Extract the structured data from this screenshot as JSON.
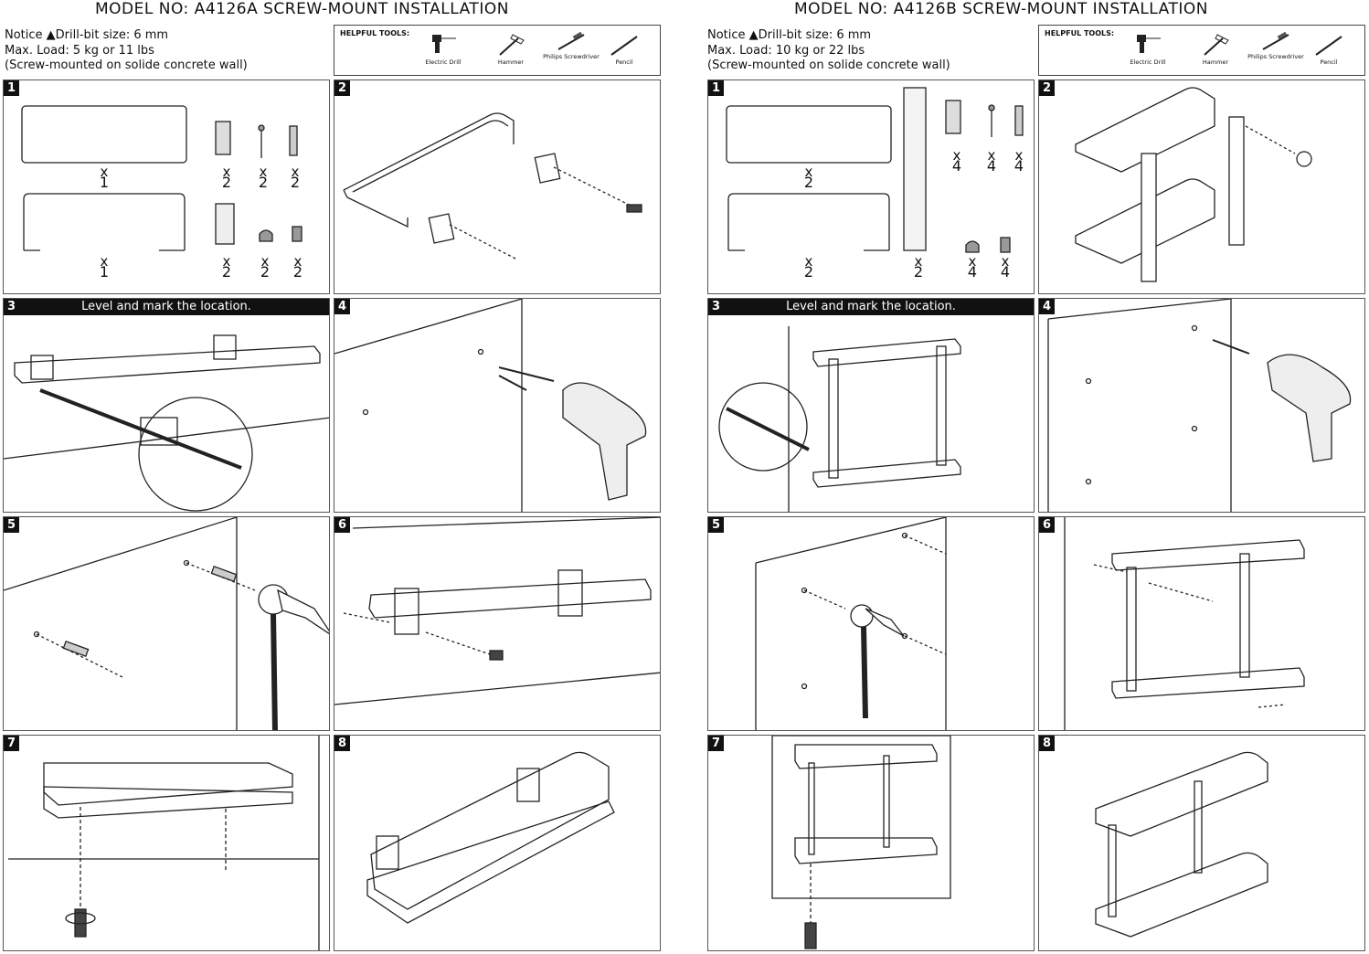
{
  "left": {
    "title": "MODEL NO: A4126A   SCREW-MOUNT INSTALLATION",
    "notice_line1_prefix": "Notice ",
    "notice_line1_rest": "Drill-bit size: 6 mm",
    "notice_line2": "Max. Load: 5 kg or 11 lbs",
    "notice_line3": "(Screw-mounted on solide concrete wall)",
    "tools_title": "HELPFUL TOOLS:",
    "tools": [
      "Electric Drill",
      "Hammer",
      "Philips Screwdriver",
      "Pencil"
    ],
    "step_numbers": [
      "1",
      "2",
      "3",
      "4",
      "5",
      "6",
      "7",
      "8"
    ],
    "step3_caption": "Level and mark the location.",
    "parts_qty": [
      "1",
      "2",
      "2",
      "2",
      "1",
      "2",
      "2",
      "2"
    ],
    "qty_x": "x"
  },
  "right": {
    "title": "MODEL NO: A4126B   SCREW-MOUNT INSTALLATION",
    "notice_line1_prefix": "Notice ",
    "notice_line1_rest": "Drill-bit size: 6 mm",
    "notice_line2": "Max. Load: 10 kg or 22 lbs",
    "notice_line3": "(Screw-mounted on solide concrete wall)",
    "tools_title": "HELPFUL TOOLS:",
    "tools": [
      "Electric Drill",
      "Hammer",
      "Philips Screwdriver",
      "Pencil"
    ],
    "step_numbers": [
      "1",
      "2",
      "3",
      "4",
      "5",
      "6",
      "7",
      "8"
    ],
    "step3_caption": "Level and mark the location.",
    "parts_qty": [
      "2",
      "4",
      "4",
      "4",
      "2",
      "2",
      "4",
      "4"
    ],
    "qty_x": "x"
  },
  "colors": {
    "line": "#222222",
    "panel_border": "#555555",
    "header_bg": "#111111"
  },
  "icons": [
    "drill-icon",
    "hammer-icon",
    "screwdriver-icon",
    "pencil-icon",
    "warning-triangle-icon"
  ]
}
